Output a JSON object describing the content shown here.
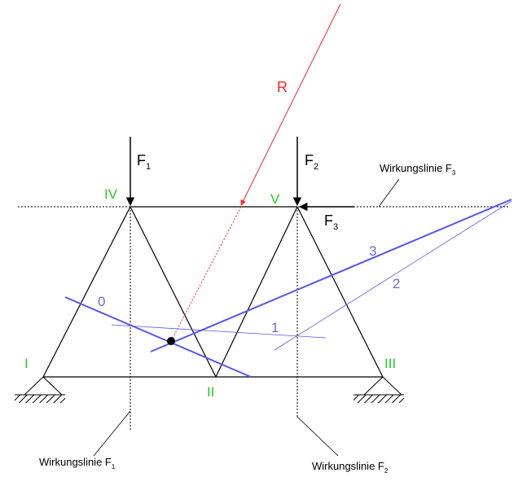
{
  "colors": {
    "structure": "#000000",
    "node_label": "#22cc22",
    "resultant": "#ff2222",
    "ray": "#5555ee",
    "ray_label": "#6a6ae0"
  },
  "nodes": {
    "I": "I",
    "II": "II",
    "III": "III",
    "IV": "IV",
    "V": "V"
  },
  "forces": {
    "f1": {
      "symbol": "F",
      "index": "1"
    },
    "f2": {
      "symbol": "F",
      "index": "2"
    },
    "f3": {
      "symbol": "F",
      "index": "3"
    },
    "resultant": "R"
  },
  "lines_of_action": {
    "f1": {
      "text": "Wirkungslinie F",
      "index": "1"
    },
    "f2": {
      "text": "Wirkungslinie F",
      "index": "2"
    },
    "f3": {
      "text": "Wirkungslinie F",
      "index": "3"
    }
  },
  "rays": {
    "r0": "0",
    "r1": "1",
    "r2": "2",
    "r3": "3"
  },
  "icons": {
    "support_left": "pin-support-icon",
    "support_right": "pin-support-icon",
    "intersection": "intersection-point-icon"
  }
}
